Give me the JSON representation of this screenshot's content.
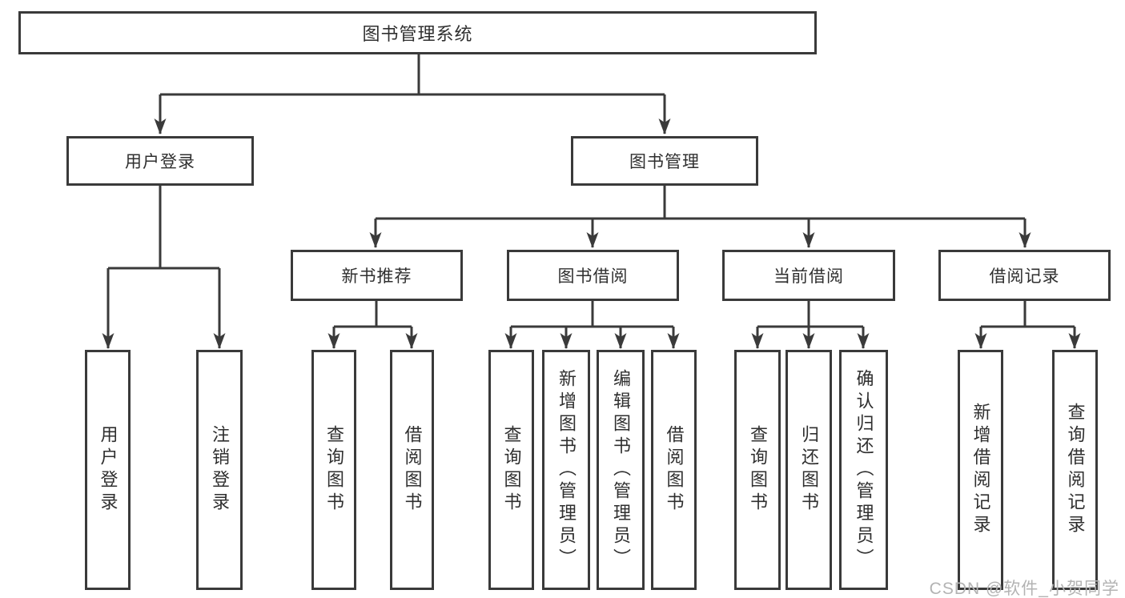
{
  "diagram": {
    "root": {
      "label": "图书管理系统"
    },
    "branches": [
      {
        "label": "用户登录"
      },
      {
        "label": "图书管理"
      }
    ],
    "modules": [
      {
        "label": "新书推荐"
      },
      {
        "label": "图书借阅"
      },
      {
        "label": "当前借阅"
      },
      {
        "label": "借阅记录"
      }
    ],
    "leaves": [
      {
        "label": "用户登录"
      },
      {
        "label": "注销登录"
      },
      {
        "label": "查询图书"
      },
      {
        "label": "借阅图书"
      },
      {
        "label": "查询图书"
      },
      {
        "label": "新增图书（管理员）"
      },
      {
        "label": "编辑图书（管理员）"
      },
      {
        "label": "借阅图书"
      },
      {
        "label": "查询图书"
      },
      {
        "label": "归还图书"
      },
      {
        "label": "确认归还（管理员）"
      },
      {
        "label": "新增借阅记录"
      },
      {
        "label": "查询借阅记录"
      }
    ]
  },
  "watermark": {
    "text": "CSDN @软件_小贺同学"
  },
  "colors": {
    "line": "#3a3a3a",
    "text": "#2f2f2f",
    "watermark": "#b3b3b3",
    "background": "#ffffff"
  }
}
